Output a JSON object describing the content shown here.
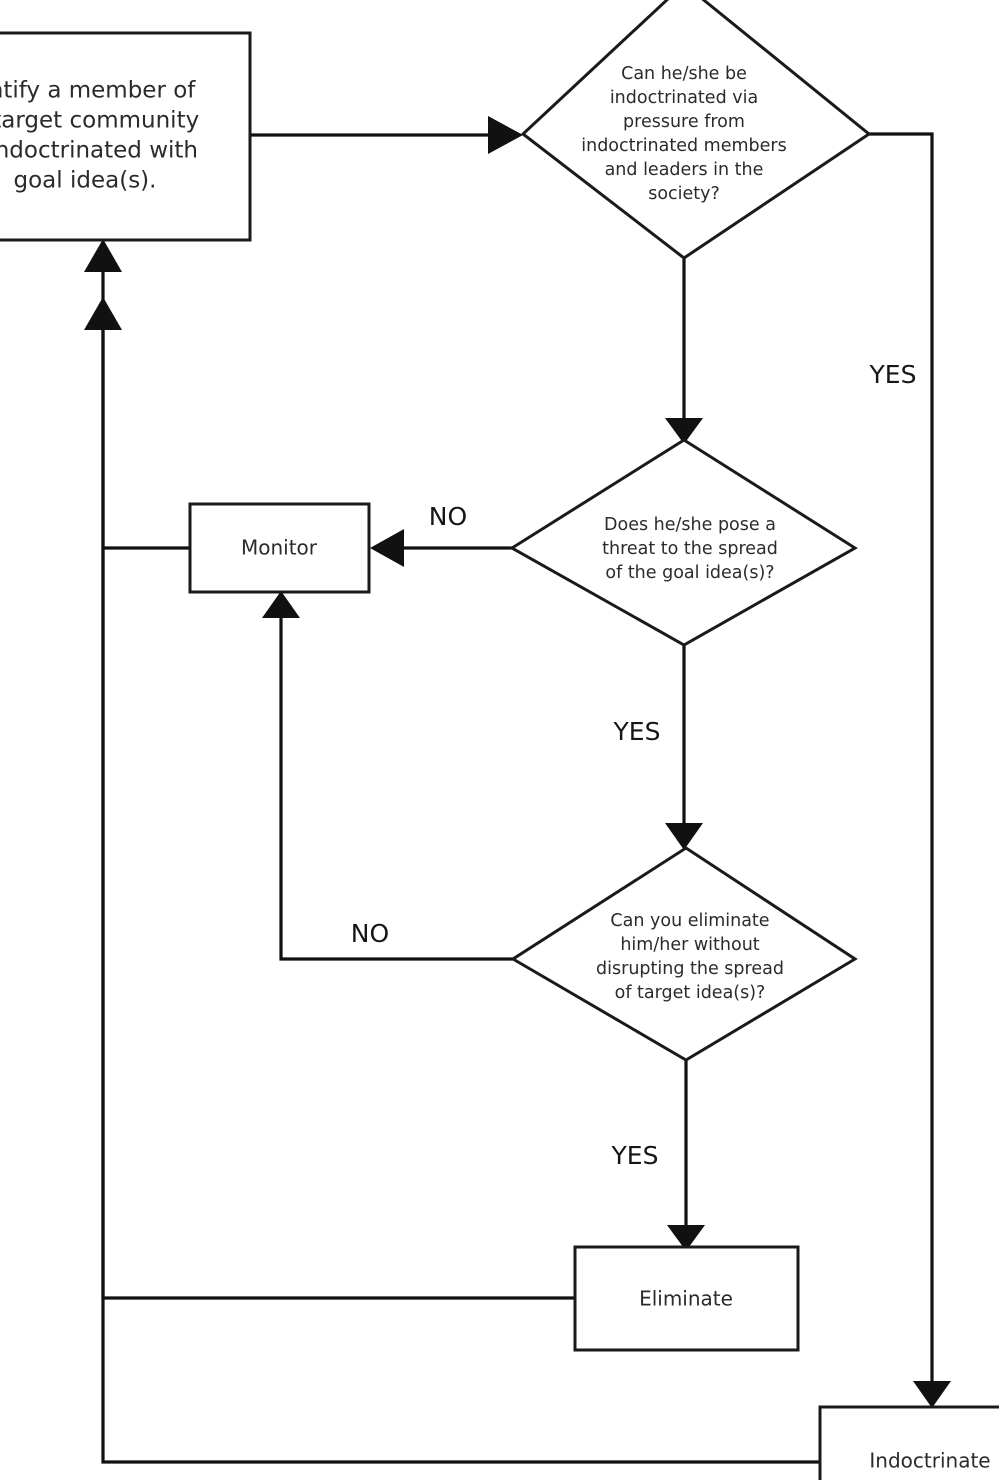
{
  "diagram": {
    "type": "flowchart",
    "background": "#ffffff",
    "line_color": "#111111",
    "text_color": "#2b2b2b",
    "nodes": {
      "identify": {
        "shape": "process",
        "lines": [
          "entify a member of",
          "e target community",
          "t indoctrinated with",
          "goal idea(s)."
        ],
        "clipped": "left-edge"
      },
      "decision_pressure": {
        "shape": "decision",
        "lines": [
          "Can he/she be",
          "indoctrinated via",
          "pressure from",
          "indoctrinated members",
          "and leaders in the",
          "society?"
        ]
      },
      "decision_threat": {
        "shape": "decision",
        "lines": [
          "Does he/she pose a",
          "threat to the spread",
          "of the goal idea(s)?"
        ]
      },
      "decision_eliminate": {
        "shape": "decision",
        "lines": [
          "Can you eliminate",
          "him/her without",
          "disrupting the spread",
          "of target idea(s)?"
        ]
      },
      "monitor": {
        "shape": "process",
        "label": "Monitor"
      },
      "eliminate": {
        "shape": "process",
        "label": "Eliminate"
      },
      "indoctrinate": {
        "shape": "process",
        "label": "Indoctrinate",
        "clipped": "right-edge"
      }
    },
    "edge_labels": {
      "yes_pressure": "YES",
      "no_threat": "NO",
      "yes_threat": "YES",
      "no_eliminate": "NO",
      "yes_eliminate": "YES"
    }
  }
}
